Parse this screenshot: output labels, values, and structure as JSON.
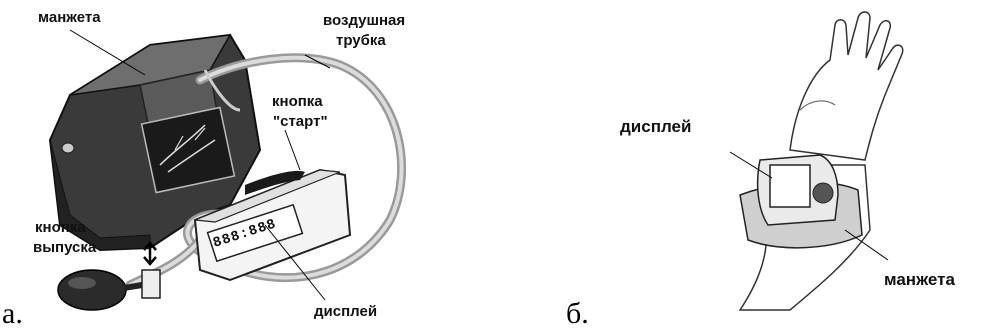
{
  "panel_a": {
    "letter": "а.",
    "labels": {
      "cuff": "манжета",
      "tube_line1": "воздушная",
      "tube_line2": "трубка",
      "start_line1": "кнопка",
      "start_line2": "\"старт\"",
      "release_line1": "кнопка",
      "release_line2": "выпуска",
      "display": "дисплей"
    },
    "device_display_digits": "888:888"
  },
  "panel_b": {
    "letter": "б.",
    "labels": {
      "display": "дисплей",
      "cuff": "манжета"
    }
  }
}
